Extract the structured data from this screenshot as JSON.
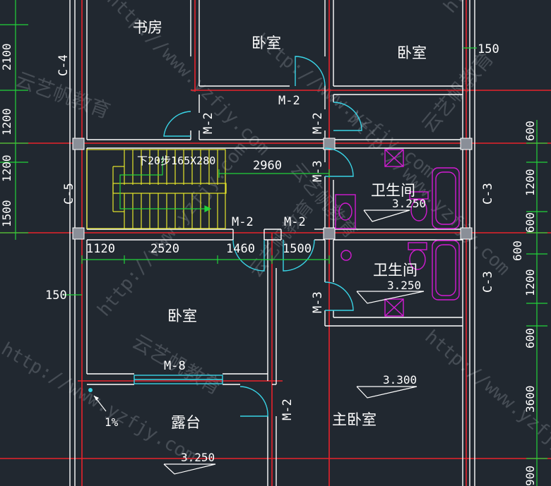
{
  "colors": {
    "background": "#212830",
    "wall": "#ffffff",
    "axis": "#e8222b",
    "dimension": "#22d33a",
    "door": "#39d4e6",
    "fixture": "#d21bd2",
    "stair": "#e6e62a",
    "column": "#8a8f98"
  },
  "rooms": {
    "study": "书房",
    "bedroom_top_mid": "卧室",
    "bedroom_top_right": "卧室",
    "bath_upper": "卫生间",
    "bath_lower": "卫生间",
    "bedroom_mid": "卧室",
    "terrace": "露台",
    "master_bedroom": "主卧室"
  },
  "doors": {
    "d_top_mid": "M-2",
    "d_study": "M-2",
    "d_top_right": "M-2",
    "d_bath_upper": "M-3",
    "d_corr_left": "M-2",
    "d_corr_right": "M-2",
    "d_bath_lower": "M-3",
    "d_terrace": "M-8",
    "d_master": "M-2"
  },
  "columns": {
    "c4": "C-4",
    "c5": "C-5",
    "c3_upper": "C-3",
    "c3_lower": "C-3"
  },
  "stair_note": "下20步165X280",
  "elevations": {
    "bath_upper": "3.250",
    "bath_lower": "3.250",
    "master": "3.300",
    "terrace": "3.250"
  },
  "slope": "1%",
  "dimensions": {
    "corridor_width": "2960",
    "d1": "1120",
    "d2": "2520",
    "d3": "1460",
    "d4": "1500",
    "left_150": "150",
    "right_150": "150"
  },
  "left_vertical_dims": [
    "2100",
    "1200",
    "1200",
    "1500"
  ],
  "right_vertical_dims": [
    "600",
    "1200",
    "600",
    "600",
    "1200",
    "600",
    "3600",
    "900"
  ],
  "watermarks": [
    "http://www.yzfjy.com",
    "云艺帆教育",
    "http://www.yzfjy.com",
    "云艺帆教育",
    "http://www.yzfjy.com",
    "云艺帆教育",
    "http://www.yzfjy.com",
    "http://www.yzfjy.com",
    "云艺帆教育",
    "http://www.yzfjy.com",
    "云艺帆教育",
    "http://www.yzfjy.com"
  ]
}
